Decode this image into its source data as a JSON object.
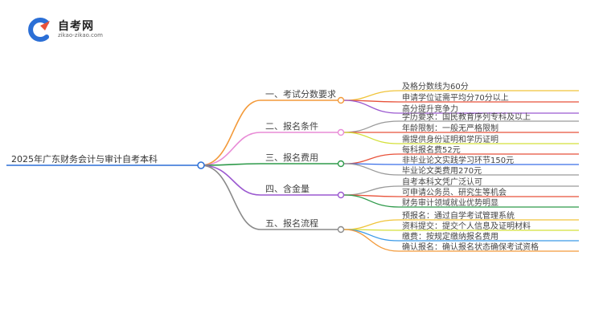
{
  "logo": {
    "name": "自考网",
    "domain": "zikao-zikao.com",
    "icon": "zikao-logo-icon"
  },
  "diagram": {
    "root": "2025年广东财务会计与审计自考本科",
    "branches": [
      {
        "label": "一、考试分数要求",
        "color": "#f39a3a",
        "leaves": [
          {
            "text": "及格分数线为60分",
            "color": "#f0c43a"
          },
          {
            "text": "申请学位证需平均分70分以上",
            "color": "#e8523a"
          },
          {
            "text": "高分提升竞争力",
            "color": "#9b59d0"
          }
        ]
      },
      {
        "label": "二、报名条件",
        "color": "#e88bd6",
        "leaves": [
          {
            "text": "学历要求：国民教育序列专科及以上",
            "color": "#9a9a9a"
          },
          {
            "text": "年龄限制：一般无严格限制",
            "color": "#e8523a"
          },
          {
            "text": "需提供身份证明和学历证明",
            "color": "#d4e03a"
          }
        ]
      },
      {
        "label": "三、报名费用",
        "color": "#2e9a4a",
        "leaves": [
          {
            "text": "每科报名费52元",
            "color": "#e8523a"
          },
          {
            "text": "非毕业论文实践学习环节150元",
            "color": "#3a6ee8"
          },
          {
            "text": "毕业论文类费用270元",
            "color": "#9a9a9a"
          }
        ]
      },
      {
        "label": "四、含金量",
        "color": "#9b59d0",
        "leaves": [
          {
            "text": "自考本科文凭广泛认可",
            "color": "#9a9a9a"
          },
          {
            "text": "可申请公务员、研究生等机会",
            "color": "#e8523a"
          },
          {
            "text": "财务审计领域就业优势明显",
            "color": "#2e9a4a"
          }
        ]
      },
      {
        "label": "五、报名流程",
        "color": "#8a8a8a",
        "leaves": [
          {
            "text": "预报名：通过自学考试管理系统",
            "color": "#f0c43a"
          },
          {
            "text": "资料提交：提交个人信息及证明材料",
            "color": "#d4e03a"
          },
          {
            "text": "缴费：按规定缴纳报名费用",
            "color": "#3a9ae8"
          },
          {
            "text": "确认报名：确认报名状态确保考试资格",
            "color": "#f39a3a"
          }
        ]
      }
    ]
  }
}
